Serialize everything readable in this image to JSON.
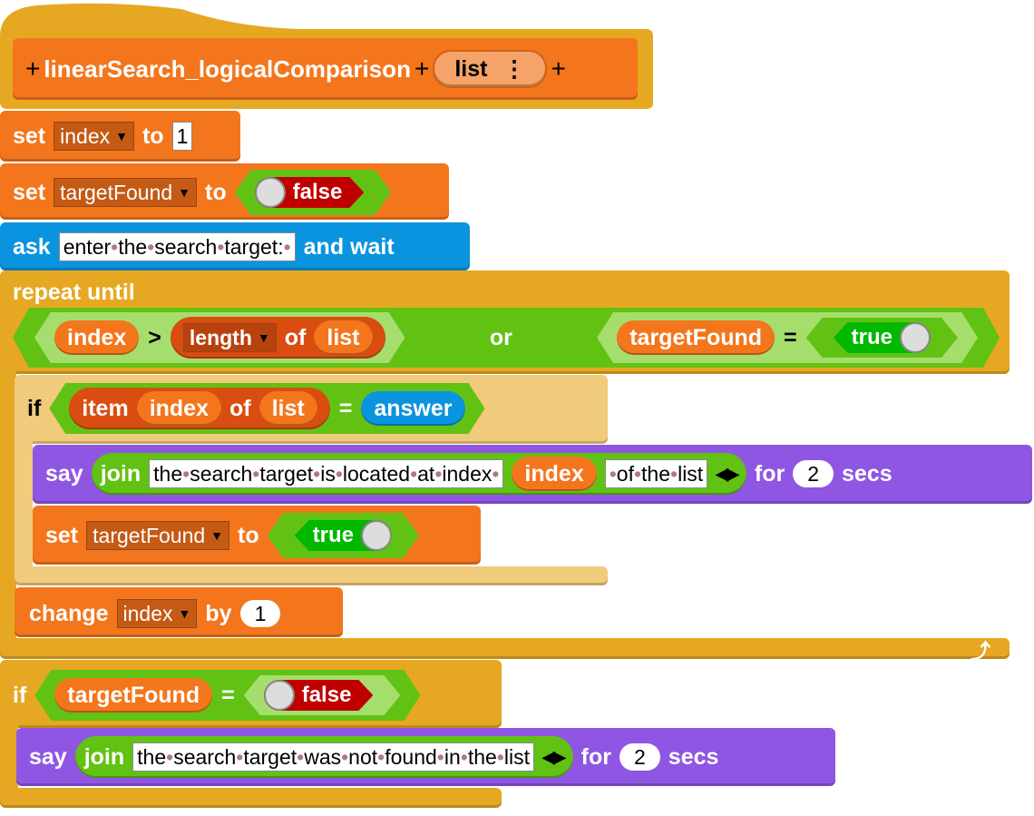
{
  "hat": {
    "plus": "+",
    "name": "linearSearch_logicalComparison",
    "param": "list",
    "param_menu": "⋮"
  },
  "set_index": {
    "keyword": "set",
    "var": "index",
    "to": "to",
    "value": "1"
  },
  "set_found": {
    "keyword": "set",
    "var": "targetFound",
    "to": "to",
    "value": "false"
  },
  "ask": {
    "keyword": "ask",
    "prompt": "enter the search target: ",
    "suffix": "and wait"
  },
  "repeat": {
    "keyword": "repeat until",
    "left_var": "index",
    "gt": ">",
    "length_menu": "length",
    "of": "of",
    "list_var": "list",
    "or": "or",
    "found_var": "targetFound",
    "eq": "=",
    "true_value": "true"
  },
  "inner_if": {
    "keyword": "if",
    "item": "item",
    "index_var": "index",
    "of": "of",
    "list_var": "list",
    "eq": "=",
    "answer": "answer",
    "say": {
      "keyword": "say",
      "join": "join",
      "text1": "the search target is located at index ",
      "index_var": "index",
      "text2": " of the list",
      "for": "for",
      "secs_value": "2",
      "secs": "secs"
    },
    "set": {
      "keyword": "set",
      "var": "targetFound",
      "to": "to",
      "value": "true"
    }
  },
  "change": {
    "keyword": "change",
    "var": "index",
    "by": "by",
    "value": "1"
  },
  "final_if": {
    "keyword": "if",
    "found_var": "targetFound",
    "eq": "=",
    "value": "false",
    "say": {
      "keyword": "say",
      "join": "join",
      "text": "the search target was not found in the list",
      "for": "for",
      "secs_value": "2",
      "secs": "secs"
    }
  },
  "colors": {
    "control": "#E6A822",
    "variables": "#F3761D",
    "lists": "#D94D11",
    "operators": "#62C213",
    "sensing": "#0A94DF",
    "looks": "#8F56E3"
  }
}
